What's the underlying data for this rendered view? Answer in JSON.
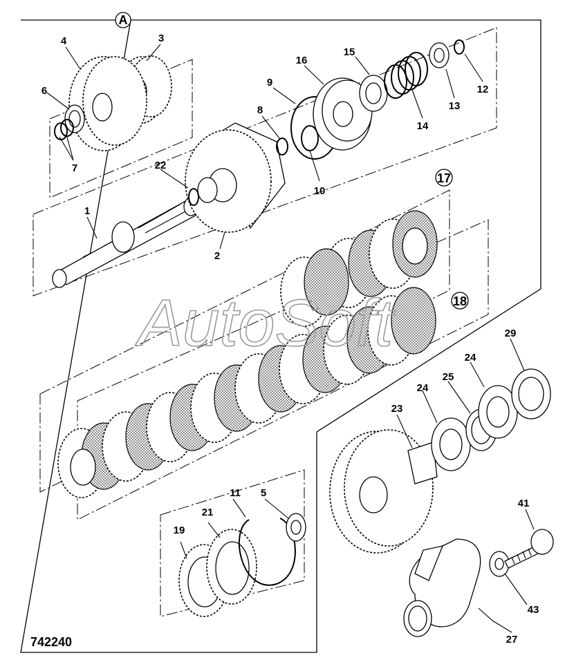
{
  "diagram": {
    "section_label": "A",
    "drawing_number": "742240",
    "watermark": "AutoSoft",
    "group_labels": [
      "17",
      "18"
    ],
    "callouts": [
      "1",
      "2",
      "3",
      "4",
      "5",
      "6",
      "7",
      "8",
      "9",
      "10",
      "11",
      "12",
      "13",
      "14",
      "15",
      "16",
      "19",
      "21",
      "22",
      "23",
      "24",
      "24",
      "25",
      "27",
      "29",
      "41",
      "43"
    ]
  }
}
